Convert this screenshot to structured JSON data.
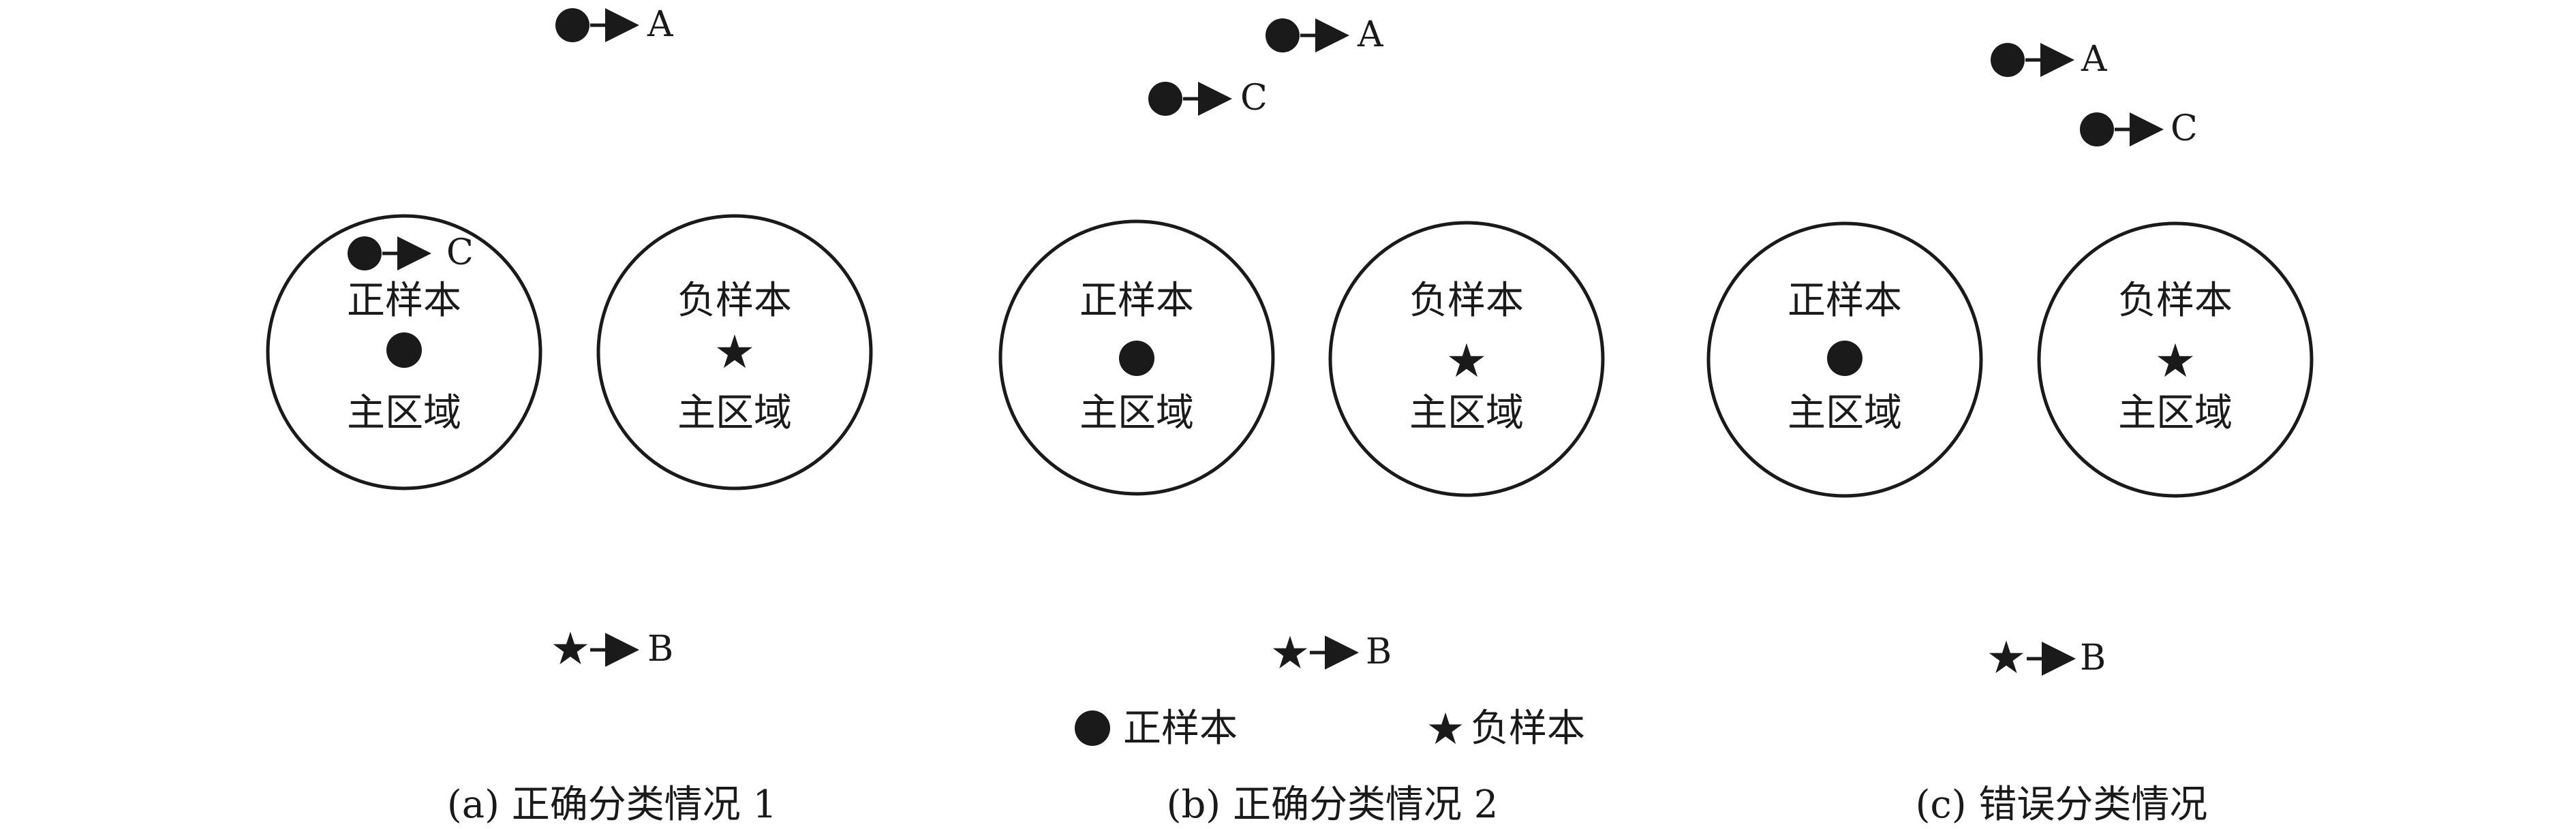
{
  "panels": [
    {
      "caption": "(a) 正确分类情况 1",
      "positive_region": {
        "line1": "正样本",
        "line2": "主区域"
      },
      "negative_region": {
        "line1": "负样本",
        "line2": "主区域"
      },
      "points": [
        {
          "label": "A",
          "marker": "dot"
        },
        {
          "label": "C",
          "marker": "dot"
        },
        {
          "label": "B",
          "marker": "star"
        }
      ]
    },
    {
      "caption": "(b) 正确分类情况 2",
      "positive_region": {
        "line1": "正样本",
        "line2": "主区域"
      },
      "negative_region": {
        "line1": "负样本",
        "line2": "主区域"
      },
      "points": [
        {
          "label": "A",
          "marker": "dot"
        },
        {
          "label": "C",
          "marker": "dot"
        },
        {
          "label": "B",
          "marker": "star"
        }
      ]
    },
    {
      "caption": "(c) 错误分类情况",
      "positive_region": {
        "line1": "正样本",
        "line2": "主区域"
      },
      "negative_region": {
        "line1": "负样本",
        "line2": "主区域"
      },
      "points": [
        {
          "label": "A",
          "marker": "dot"
        },
        {
          "label": "C",
          "marker": "dot"
        },
        {
          "label": "B",
          "marker": "star"
        }
      ]
    }
  ],
  "legend": {
    "positive_label": "正样本",
    "negative_label": "负样本"
  },
  "colors": {
    "ink": "#1a1a1a",
    "background": "#ffffff"
  }
}
